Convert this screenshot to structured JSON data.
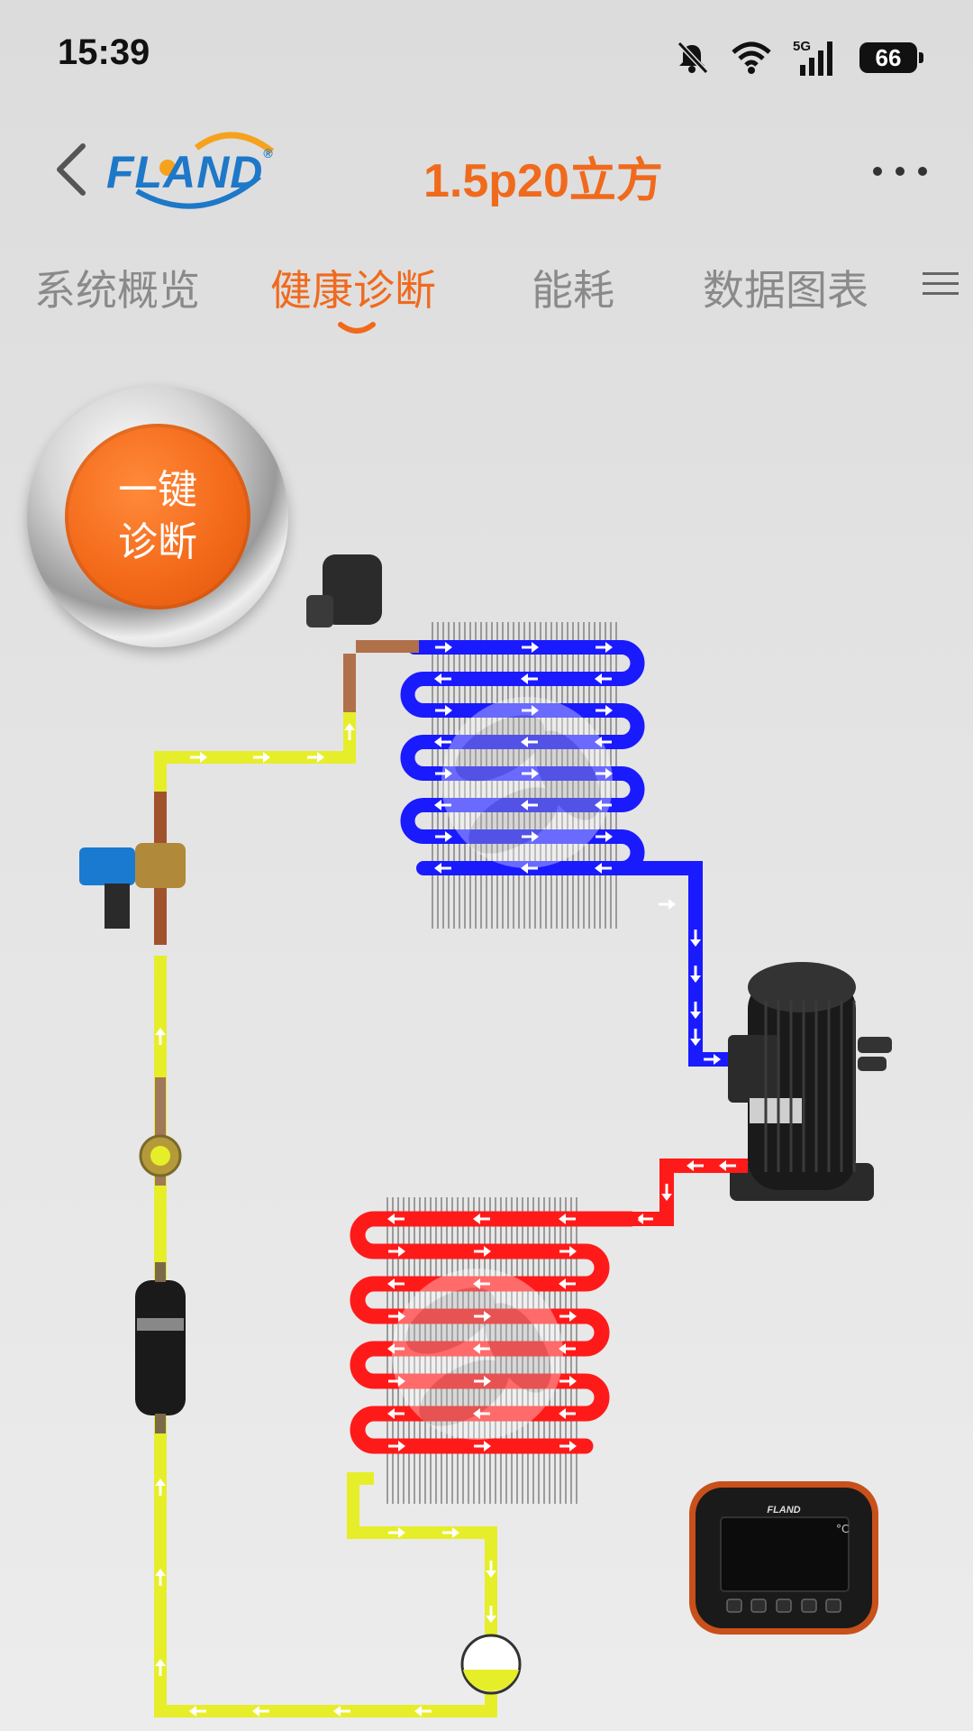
{
  "status_bar": {
    "time": "15:39",
    "battery": "66"
  },
  "header": {
    "logo": "FLAND",
    "title": "1.5p20立方"
  },
  "tabs": [
    "系统概览",
    "健康诊断",
    "能耗",
    "数据图表"
  ],
  "active_tab": 1,
  "diagnose_button": {
    "label": "一键诊断"
  },
  "colors": {
    "accent": "#f06a1d",
    "evaporator_line": "#1a1aff",
    "condenser_line": "#ff1a1a",
    "liquid_line": "#e6ee2a",
    "logo": "#1e78c8"
  },
  "icons": [
    "back-arrow-icon",
    "more-dots-icon",
    "mute-bell-icon",
    "wifi-icon",
    "signal-5g-icon",
    "battery-icon",
    "menu-icon",
    "fan-icon"
  ],
  "controller": {
    "brand": "FLAND",
    "unit": "°C"
  }
}
